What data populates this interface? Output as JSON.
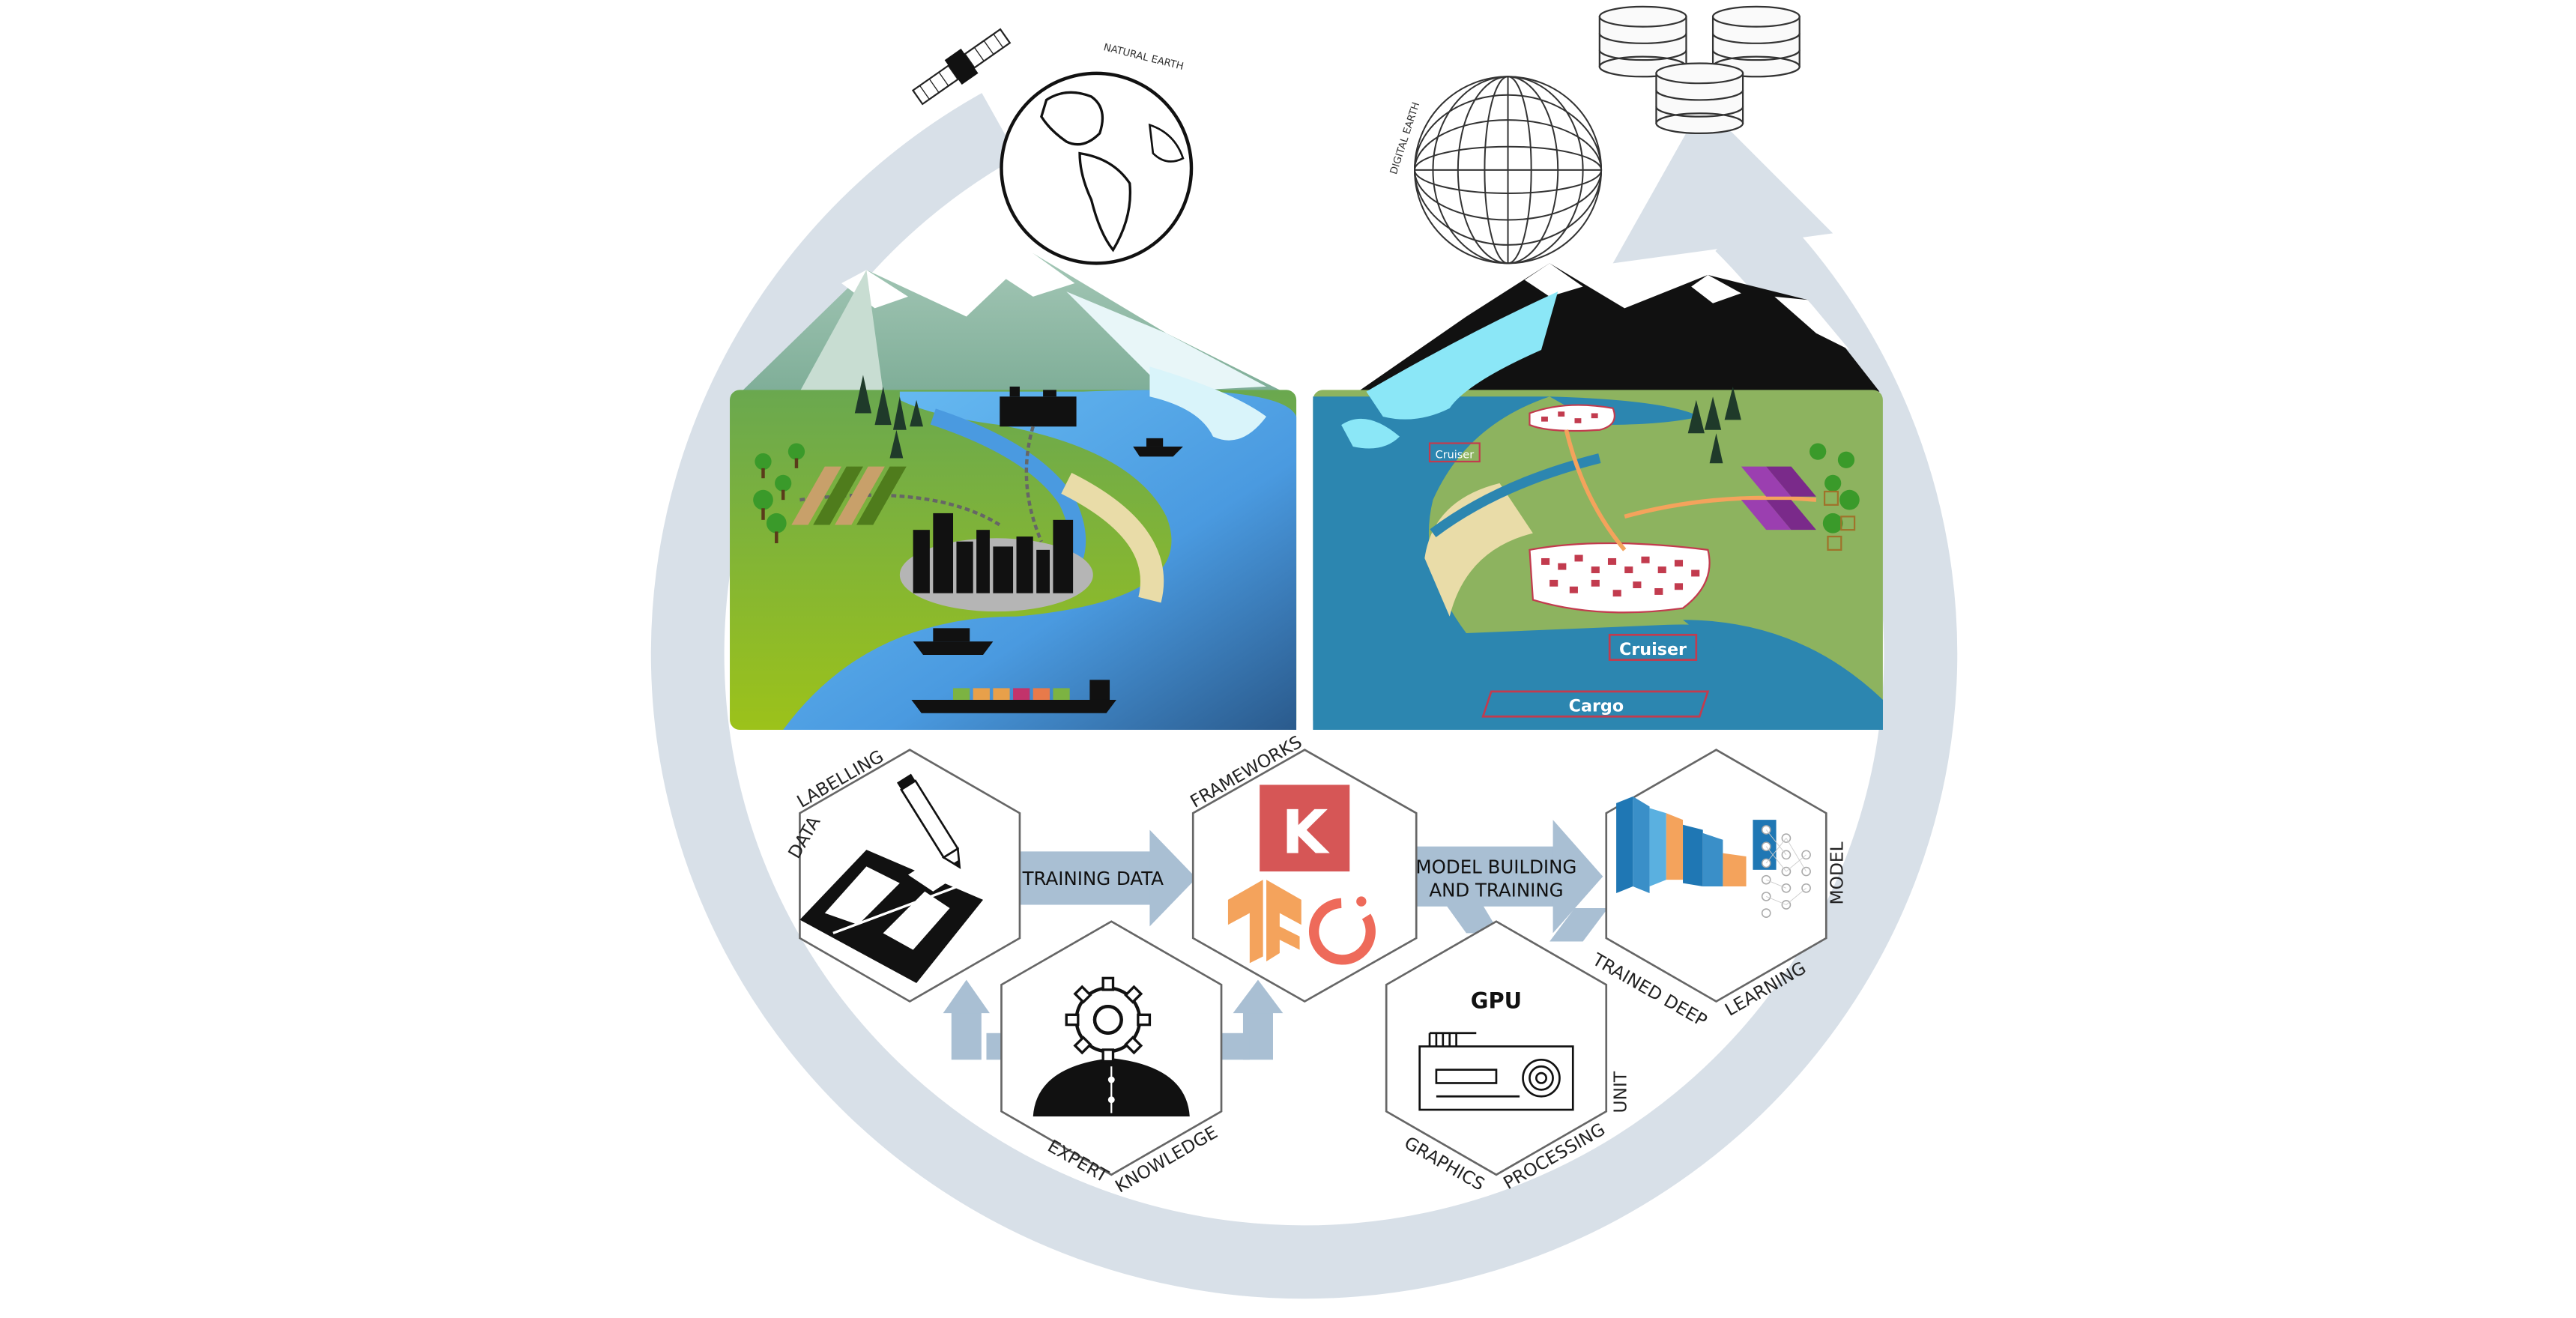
{
  "labels": {
    "natural_earth": "NATURAL EARTH",
    "digital_earth": "DIGITAL EARTH",
    "data_labelling_1": "DATA",
    "data_labelling_2": "LABELLING",
    "training_data": "TRAINING DATA",
    "frameworks": "FRAMEWORKS",
    "model_building_1": "MODEL BUILDING",
    "model_building_2": "AND TRAINING",
    "trained_1": "TRAINED DEEP",
    "trained_2": "LEARNING",
    "trained_3": "MODEL",
    "expert_1": "EXPERT",
    "expert_2": "KNOWLEDGE",
    "gpu": "GPU",
    "gpu_label_1": "GRAPHICS",
    "gpu_label_2": "PROCESSING",
    "gpu_label_3": "UNIT",
    "keras_letter": "K",
    "cruiser_small": "Cruiser",
    "cruiser_large": "Cruiser",
    "cargo": "Cargo"
  },
  "colors": {
    "cycle_arrow": "#d8e0e8",
    "flow_arrow": "#a9bfd3",
    "land_green": "#8db35f",
    "water_light": "#5ab0ee",
    "water_digital": "#2c86b0",
    "keras_red": "#d65656",
    "tensorflow_orange": "#f4a35c",
    "pytorch_red": "#ee6a5a",
    "building_label": "#c23b4e"
  },
  "icons": [
    "satellite-icon",
    "globe-icon",
    "wireframe-globe-icon",
    "database-icon",
    "pencil-icon",
    "gear-head-icon",
    "keras-icon",
    "tensorflow-icon",
    "pytorch-icon",
    "gpu-card-icon",
    "neural-network-icon"
  ]
}
